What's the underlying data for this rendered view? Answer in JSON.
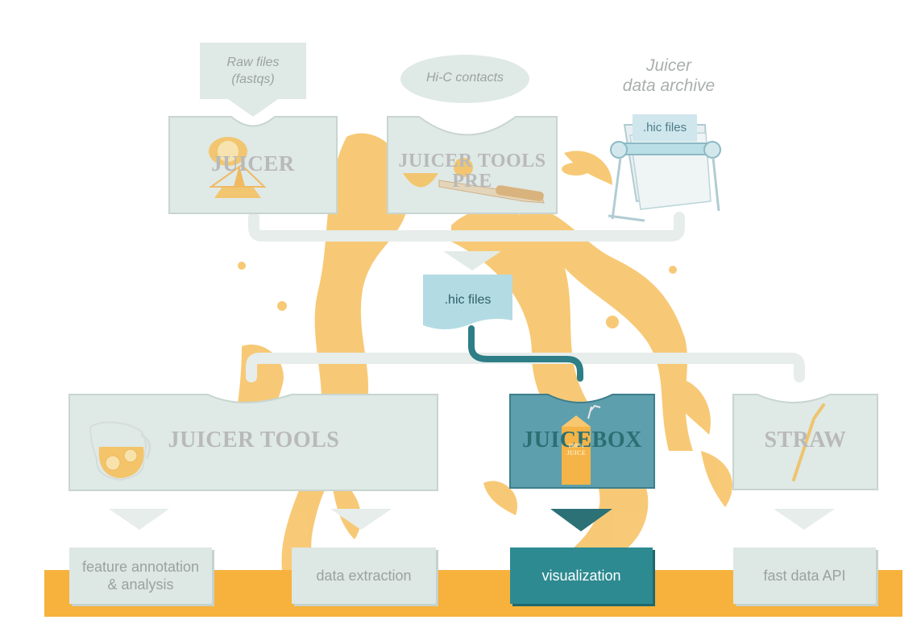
{
  "inputs": {
    "raw_files": "Raw files\n(fastqs)",
    "hic_contacts": "Hi-C contacts",
    "archive_title": "Juicer\ndata archive",
    "archive_card": ".hic files"
  },
  "tools_top": {
    "juicer": "JUICER",
    "juicer_tools_pre": "JUICER TOOLS\nPRE"
  },
  "hub": {
    "label": ".hic files"
  },
  "tools_bottom": {
    "juicer_tools": "JUICER TOOLS",
    "juicebox": "JUICEBOX",
    "straw": "STRAW",
    "carton_text": "100%\nJUICE"
  },
  "outputs": {
    "feature": "feature annotation\n& analysis",
    "extraction": "data extraction",
    "visualization": "visualization",
    "api": "fast data API"
  },
  "colors": {
    "orange": "#f4b23e",
    "splash": "#f7c468",
    "card": "#dfe9e6",
    "dark_teal": "#2d8a91",
    "mid_teal": "#5e9fae",
    "light_blue": "#b3dbe3"
  }
}
